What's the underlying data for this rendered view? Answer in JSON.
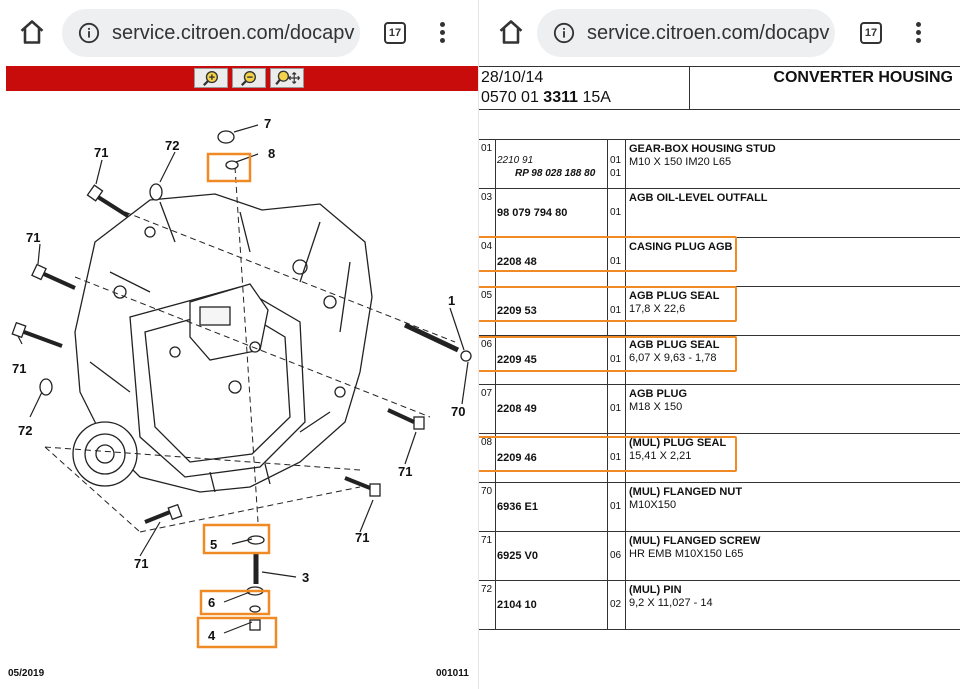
{
  "browser": {
    "url": "service.citroen.com/docapv",
    "tab_count": "17"
  },
  "colors": {
    "toolbar_red": "#c80c0c",
    "highlight": "#f08a24"
  },
  "diagram": {
    "callouts": [
      "7",
      "8",
      "71",
      "72",
      "71",
      "1",
      "71",
      "70",
      "72",
      "71",
      "5",
      "71",
      "71",
      "3",
      "6",
      "4"
    ],
    "footer_date": "05/2019",
    "footer_ref": "001011",
    "toolbar_icons": [
      "zoom-in-icon",
      "zoom-out-icon",
      "zoom-move-icon"
    ]
  },
  "doc": {
    "date": "28/10/14",
    "code_prefix": "0570 01",
    "code_bold": "3311",
    "code_suffix": "15A",
    "title": "CONVERTER HOUSING"
  },
  "parts": [
    {
      "idx": "01",
      "ref_alt": "2210 91",
      "ref_rp": "RP 98 028 188 80",
      "qty": "01",
      "qty2": "01",
      "name": "GEAR-BOX HOUSING STUD",
      "spec": "M10 X 150 IM20 L65",
      "highlight": false
    },
    {
      "idx": "03",
      "ref": "98 079 794 80",
      "qty": "01",
      "name": "AGB OIL-LEVEL OUTFALL",
      "spec": "",
      "highlight": false
    },
    {
      "idx": "04",
      "ref": "2208 48",
      "qty": "01",
      "name": "CASING PLUG AGB",
      "spec": "",
      "highlight": true
    },
    {
      "idx": "05",
      "ref": "2209 53",
      "qty": "01",
      "name": "AGB PLUG SEAL",
      "spec": "17,8 X 22,6",
      "highlight": true
    },
    {
      "idx": "06",
      "ref": "2209 45",
      "qty": "01",
      "name": "AGB PLUG SEAL",
      "spec": "6,07 X 9,63 - 1,78",
      "highlight": true
    },
    {
      "idx": "07",
      "ref": "2208 49",
      "qty": "01",
      "name": "AGB PLUG",
      "spec": "M18 X 150",
      "highlight": false
    },
    {
      "idx": "08",
      "ref": "2209 46",
      "qty": "01",
      "name": "(MUL) PLUG SEAL",
      "spec": "15,41 X 2,21",
      "highlight": true
    },
    {
      "idx": "70",
      "ref": "6936 E1",
      "qty": "01",
      "name": "(MUL) FLANGED NUT",
      "spec": "M10X150",
      "highlight": false
    },
    {
      "idx": "71",
      "ref": "6925 V0",
      "qty": "06",
      "name": "(MUL) FLANGED SCREW",
      "spec": "HR EMB M10X150 L65",
      "highlight": false
    },
    {
      "idx": "72",
      "ref": "2104 10",
      "qty": "02",
      "name": "(MUL) PIN",
      "spec": "9,2 X 11,027 - 14",
      "highlight": false
    }
  ]
}
